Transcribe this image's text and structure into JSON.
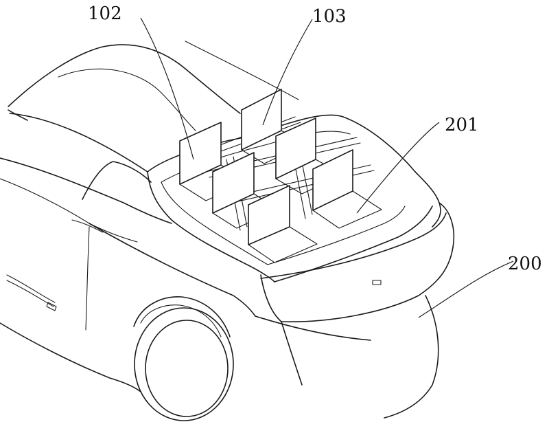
{
  "labels": {
    "ref_102": "102",
    "ref_103": "103",
    "ref_201": "201",
    "ref_200": "200"
  }
}
